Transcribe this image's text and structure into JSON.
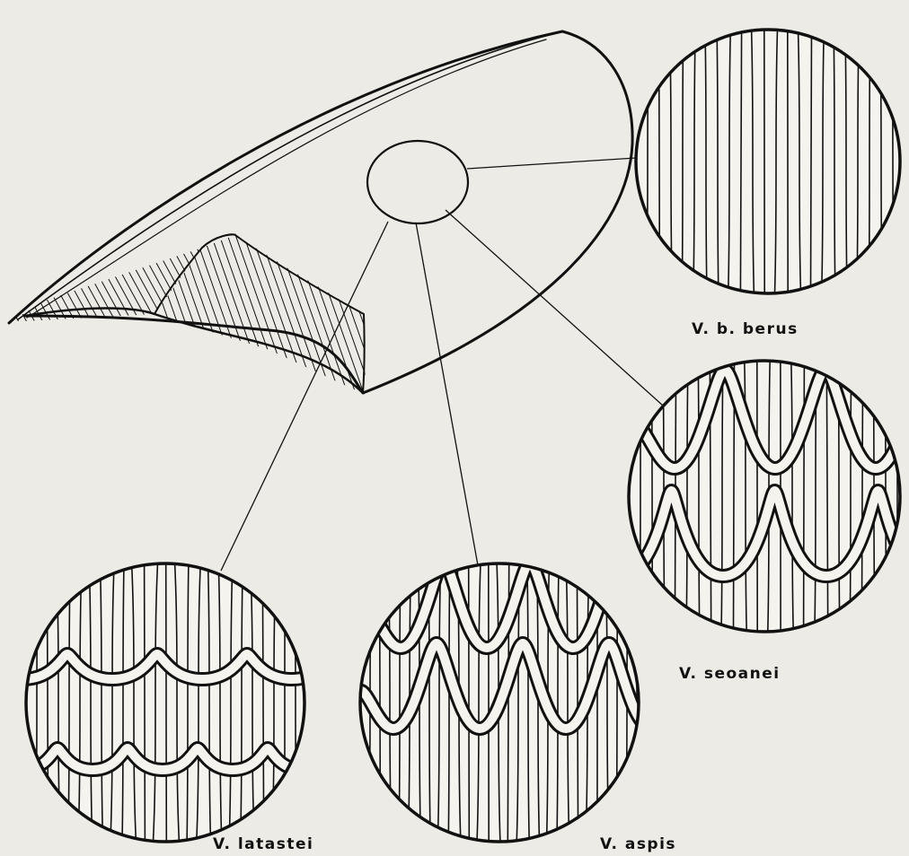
{
  "figure": {
    "background": "#ecebe6",
    "ink": "#111111",
    "labels": {
      "berus": "V. b. berus",
      "seoanei": "V. seoanei",
      "latastei": "V. latastei",
      "aspis": "V. aspis"
    }
  }
}
